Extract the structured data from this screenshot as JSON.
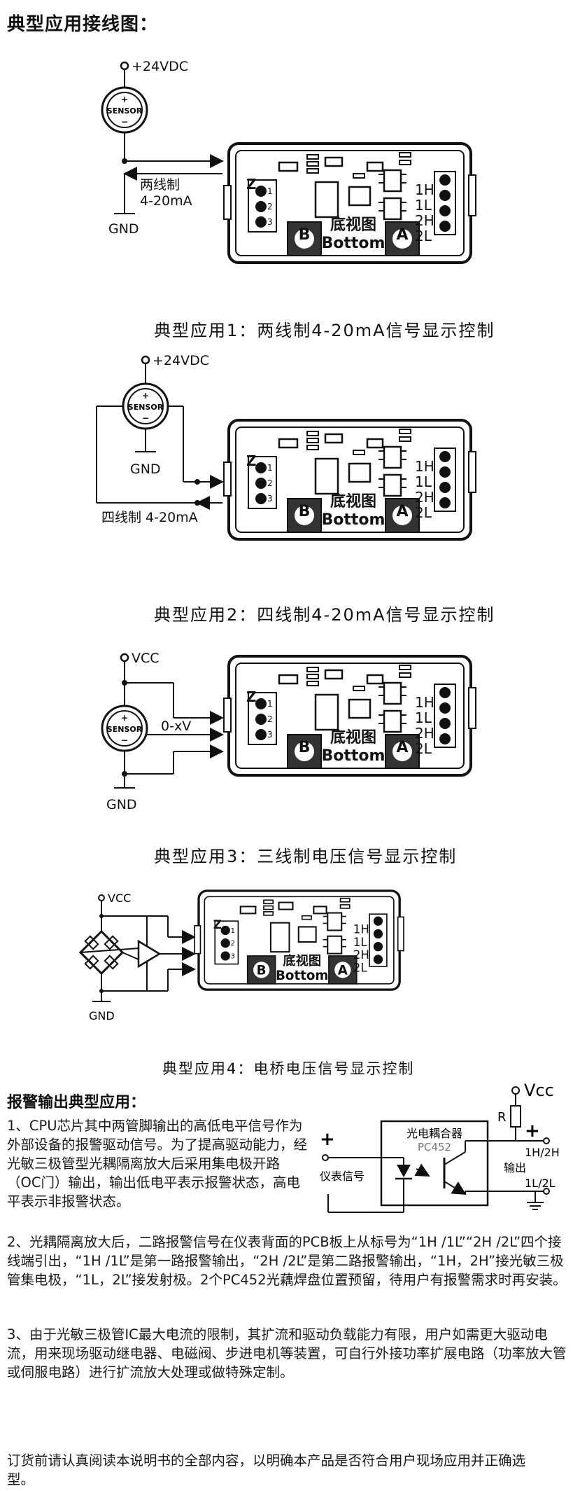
{
  "page_title": "典型应用接线图：",
  "common": {
    "terminal_z": "Z",
    "pins": [
      "1",
      "2",
      "3"
    ],
    "relay_labels": [
      "1H",
      "1L",
      "2H",
      "2L"
    ],
    "bottom_cn": "底视图",
    "bottom_en": "Bottom",
    "button_b": "B",
    "button_a": "A",
    "sensor": "SENSOR",
    "plus": "+",
    "minus": "−",
    "gnd": "GND"
  },
  "diagrams": [
    {
      "supply": "+24VDC",
      "signal": "两线制",
      "signal2": "4-20mA",
      "caption": "典型应用1：两线制4-20mA信号显示控制"
    },
    {
      "supply": "+24VDC",
      "signal": "四线制 4-20mA",
      "caption": "典型应用2：四线制4-20mA信号显示控制"
    },
    {
      "supply": "VCC",
      "signal": "0-xV",
      "caption": "典型应用3：三线制电压信号显示控制"
    },
    {
      "supply": "VCC",
      "caption": "典型应用4：电桥电压信号显示控制"
    }
  ],
  "alarm": {
    "heading": "报警输出典型应用：",
    "para1": "1、CPU芯片其中两管脚输出的高低电平信号作为外部设备的报警驱动信号。为了提高驱动能力，经光敏三极管型光耦隔离放大后采用集电极开路（OC门）输出，输出低电平表示报警状态，高电平表示非报警状态。",
    "circuit": {
      "vcc": "Vcc",
      "r": "R",
      "coupler": "光电耦合器",
      "part": "PC452",
      "input": "仪表信号",
      "output": "输出",
      "out_h": "1H/2H",
      "out_l": "1L/2L",
      "plus": "+"
    },
    "para2": "2、光耦隔离放大后，二路报警信号在仪表背面的PCB板上从标号为“1H /1L”“2H /2L”四个接线端引出，“1H /1L”是第一路报警输出，“2H /2L”是第二路报警输出，“1H，2H”接光敏三极管集电极，“1L，2L”接发射极。2个PC452光藕焊盘位置预留，待用户有报警需求时再安装。",
    "para3": "3、由于光敏三极管IC最大电流的限制，其扩流和驱动负载能力有限，用户如需更大驱动电流，用来现场驱动继电器、电磁阀、步进电机等装置，可自行外接功率扩展电路（功率放大管或伺服电路）进行扩流放大处理或做特殊定制。"
  },
  "footer": {
    "note": "订货前请认真阅读本说明书的全部内容，以明确本产品是否符合用户现场应用并正确选型。"
  }
}
